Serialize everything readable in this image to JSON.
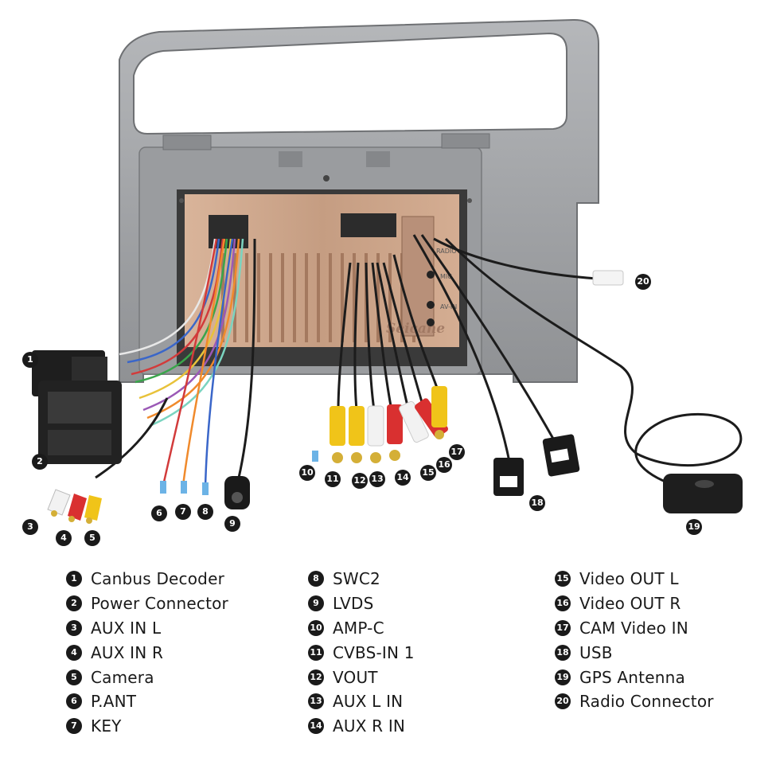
{
  "watermark": "Seicane",
  "port_labels": [
    "RADIO",
    "MIC",
    "AV-IN"
  ],
  "legend": [
    {
      "num": "1",
      "label": "Canbus Decoder"
    },
    {
      "num": "2",
      "label": "Power Connector"
    },
    {
      "num": "3",
      "label": "AUX IN L"
    },
    {
      "num": "4",
      "label": "AUX IN R"
    },
    {
      "num": "5",
      "label": "Camera"
    },
    {
      "num": "6",
      "label": "P.ANT"
    },
    {
      "num": "7",
      "label": "KEY"
    },
    {
      "num": "8",
      "label": "SWC2"
    },
    {
      "num": "9",
      "label": "LVDS"
    },
    {
      "num": "10",
      "label": "AMP-C"
    },
    {
      "num": "11",
      "label": "CVBS-IN 1"
    },
    {
      "num": "12",
      "label": "VOUT"
    },
    {
      "num": "13",
      "label": "AUX L IN"
    },
    {
      "num": "14",
      "label": "AUX R IN"
    },
    {
      "num": "15",
      "label": "Video OUT L"
    },
    {
      "num": "16",
      "label": "Video OUT R"
    },
    {
      "num": "17",
      "label": "CAM Video IN"
    },
    {
      "num": "18",
      "label": "USB"
    },
    {
      "num": "19",
      "label": "GPS Antenna"
    },
    {
      "num": "20",
      "label": "Radio Connector"
    }
  ],
  "colors": {
    "bezel": "#a3a5a8",
    "chassis": "#c9a58b",
    "cable": "#1c1c1c",
    "callout": "#1a1a1a"
  }
}
